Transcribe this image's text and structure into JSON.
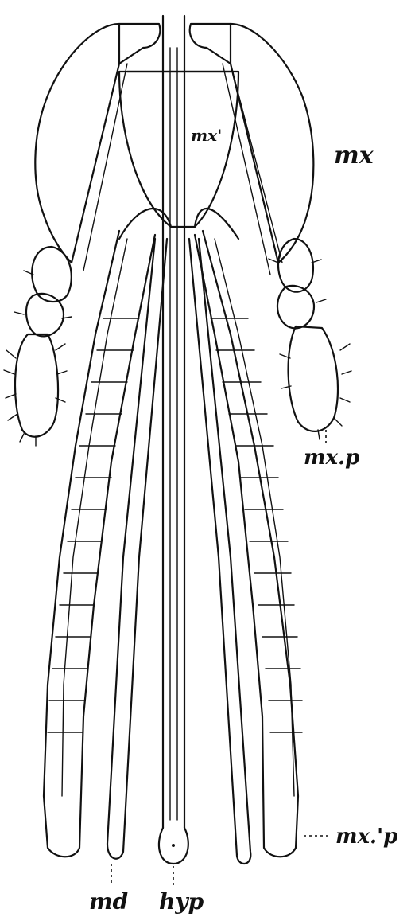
{
  "labels": {
    "mx": "mx",
    "mx_prime": "mx'",
    "mx_p": "mx.p",
    "mx_prime_p": "mx.'p",
    "md": "md",
    "hyp": "hyp"
  },
  "colors": {
    "ink": "#111111",
    "paper": "#ffffff"
  }
}
